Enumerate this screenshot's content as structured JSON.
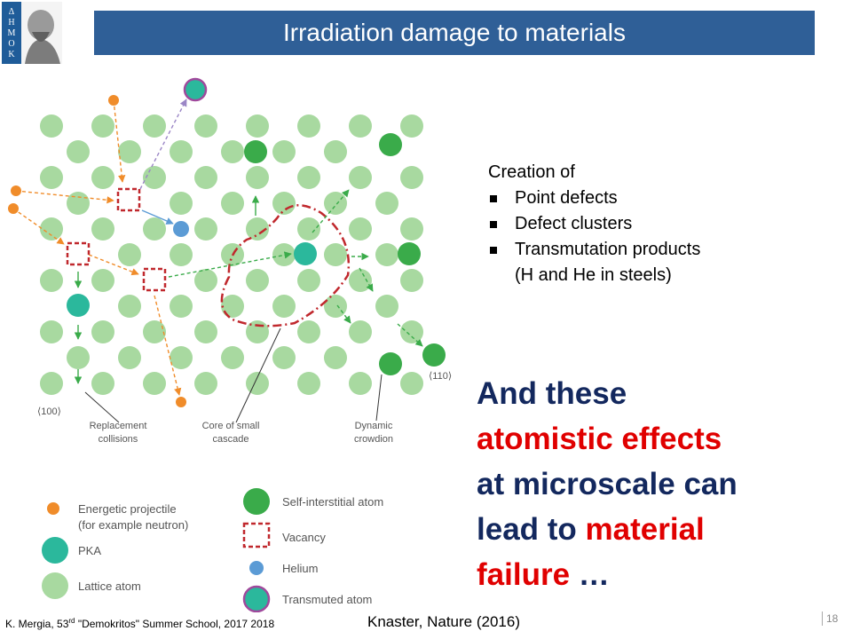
{
  "title": "Irradiation damage to materials",
  "diagram": {
    "labels": {
      "direction_100": "⟨100⟩",
      "direction_110": "⟨110⟩",
      "replacement_1": "Replacement",
      "replacement_2": "collisions",
      "core_1": "Core of small",
      "core_2": "cascade",
      "dynamic_1": "Dynamic",
      "dynamic_2": "crowdion"
    },
    "legend": {
      "projectile_1": "Energetic projectile",
      "projectile_2": "(for example neutron)",
      "pka": "PKA",
      "lattice": "Lattice atom",
      "interstitial": "Self-interstitial atom",
      "vacancy": "Vacancy",
      "helium": "Helium",
      "transmuted": "Transmuted atom"
    },
    "colors": {
      "lattice": "#a8d9a0",
      "interstitial": "#3aab4a",
      "pka": "#2bb89c",
      "helium": "#5b9bd5",
      "projectile": "#f08c2a",
      "vacancy": "#c0282d",
      "transmuted_border": "#a0499c"
    }
  },
  "bullets": {
    "heading": "Creation of",
    "items": [
      "Point defects",
      "Defect clusters",
      "Transmutation products"
    ],
    "continuation": "(H and He in steels)"
  },
  "statement": {
    "line1": "And these",
    "line2": "atomistic effects",
    "line3": "at microscale can",
    "line4a": "lead to",
    "line4b": "material",
    "line5a": "failure",
    "line5b": " …"
  },
  "footer": {
    "left_a": "K. Mergia, 53",
    "left_sup": "rd",
    "left_b": " \"Demokritos\" Summer School, 2017 2018",
    "citation": "Knaster, Nature (2016)",
    "page_number": "18"
  }
}
